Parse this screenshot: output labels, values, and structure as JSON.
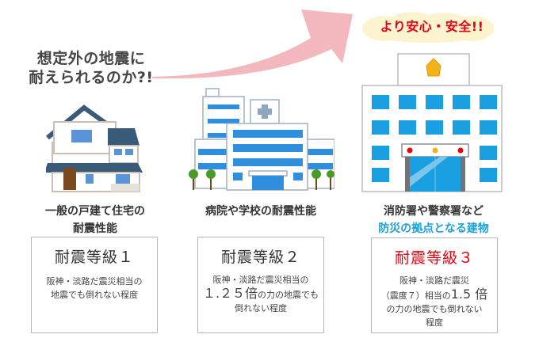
{
  "header": {
    "question_line1": "想定外の地震に",
    "question_line2": "耐えられるのか?!",
    "slogan": "より安心・安全!!",
    "arrow_color": "#f2b8bd",
    "slogan_color": "#e60012",
    "cloud_color": "#fbf4cf"
  },
  "columns": [
    {
      "illustration": "house-icon",
      "category_line1": "一般の戸建て住宅の",
      "category_line2": "耐震性能",
      "grade": "耐震等級１",
      "desc_line1": "阪神・淡路だ震災相当の",
      "desc_line2": "地震でも倒れない程度"
    },
    {
      "illustration": "hospital-icon",
      "category_line1": "病院や学校の耐震性能",
      "grade": "耐震等級２",
      "desc_line1": "阪神・淡路だ震災相当の",
      "desc_big": "１.２５倍",
      "desc_line2_rest": "の力の地震でも",
      "desc_line3": "倒れない程度"
    },
    {
      "illustration": "police-station-icon",
      "category_line1": "消防署や警察署など",
      "category_line2": "防災の拠点となる建物",
      "grade": "耐震等級３",
      "desc_line1": "阪神・淡路だ震災",
      "desc_line2_pre": "（震度７）相当の",
      "desc_big": "1.5 倍",
      "desc_line3": "の力の地震でも倒れない",
      "desc_line4": "程度",
      "accent_blue": "#1e9fd8",
      "accent_red": "#e60012"
    }
  ]
}
